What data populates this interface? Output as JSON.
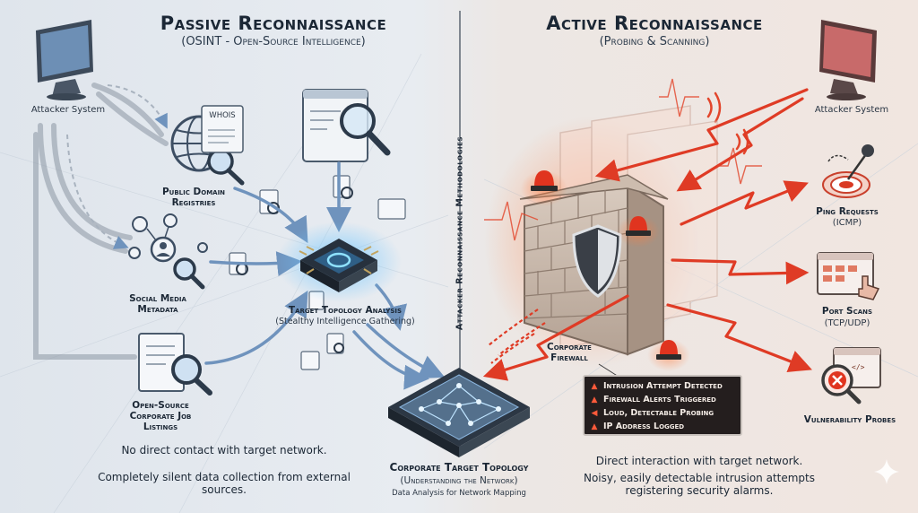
{
  "passive": {
    "title": "Passive Reconnaissance",
    "subtitle": "(OSINT - Open-Source Intelligence)",
    "attacker_label": "Attacker System",
    "whois_label": "WHOIS",
    "sources": {
      "domain": "Public Domain Registries",
      "social": "Social Media Metadata",
      "jobs": "Open-Source Corporate Job Listings"
    },
    "analysis_title": "Target Topology Analysis",
    "analysis_subtitle": "(Stealthy Intelligence Gathering)",
    "note_title": "No direct contact with target network.",
    "note_body": "Completely silent data collection from external sources."
  },
  "divider_label": "Attacker Reconnaissance Methodologies",
  "center": {
    "title": "Corporate Target Topology",
    "subtitle": "(Understanding the Network)",
    "caption": "Data Analysis for Network Mapping"
  },
  "active": {
    "title": "Active Reconnaissance",
    "subtitle": "(Probing & Scanning)",
    "attacker_label": "Attacker System",
    "firewall_label": "Corporate Firewall",
    "alerts": [
      "Intrusion Attempt Detected",
      "Firewall Alerts Triggered",
      "Loud, Detectable Probing",
      "IP Address Logged"
    ],
    "probes": [
      {
        "label": "Ping Requests",
        "sub": "(ICMP)"
      },
      {
        "label": "Port Scans",
        "sub": "(TCP/UDP)"
      },
      {
        "label": "Vulnerability Probes",
        "sub": ""
      }
    ],
    "note_title": "Direct interaction with target network.",
    "note_body": "Noisy, easily detectable intrusion attempts registering security alarms."
  },
  "colors": {
    "passive_blue": "#5a8fc6",
    "active_red": "#e2452b",
    "ink": "#1b2735"
  }
}
